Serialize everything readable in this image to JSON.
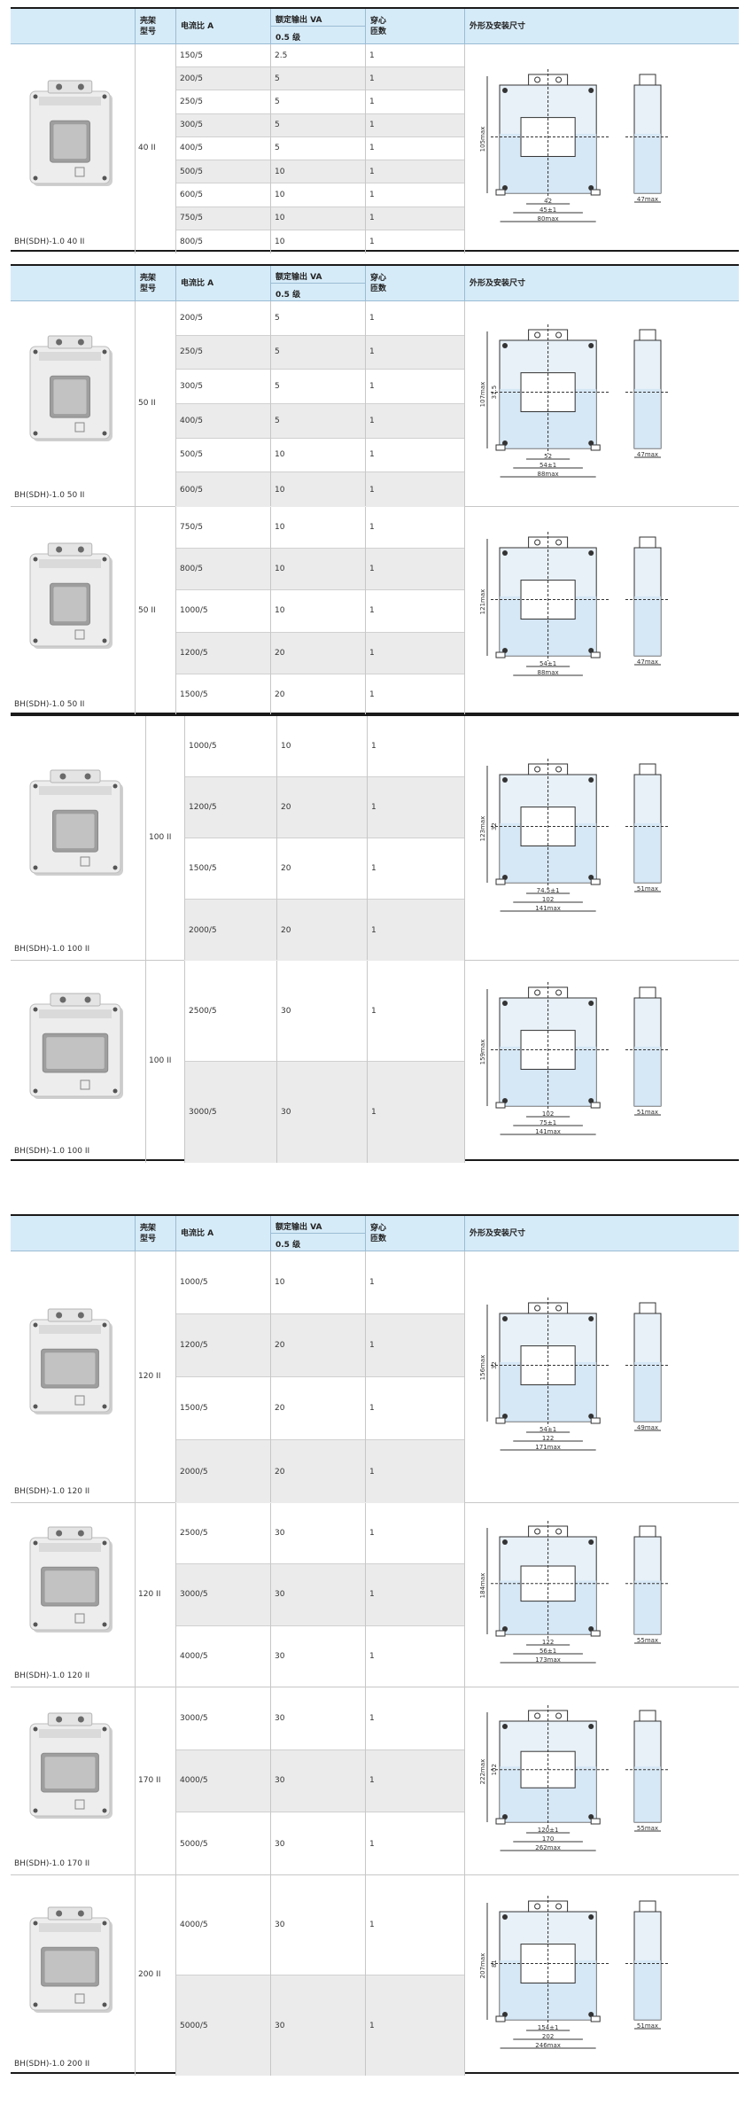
{
  "headers": {
    "frame": "壳架型号",
    "frame_l1": "壳架",
    "frame_l2": "型号",
    "ratio": "电流比 A",
    "output": "额定输出 VA",
    "class": "0.5 级",
    "turns": "穿心匝数",
    "turns_l1": "穿心",
    "turns_l2": "匝数",
    "dims": "外形及安装尺寸"
  },
  "blocks": [
    {
      "model": "BH(SDH)-1.0 40 II",
      "frame": "40 II",
      "rows": [
        {
          "ratio": "150/5",
          "va": "2.5",
          "turns": "1"
        },
        {
          "ratio": "200/5",
          "va": "5",
          "turns": "1"
        },
        {
          "ratio": "250/5",
          "va": "5",
          "turns": "1"
        },
        {
          "ratio": "300/5",
          "va": "5",
          "turns": "1"
        },
        {
          "ratio": "400/5",
          "va": "5",
          "turns": "1"
        },
        {
          "ratio": "500/5",
          "va": "10",
          "turns": "1"
        },
        {
          "ratio": "600/5",
          "va": "10",
          "turns": "1"
        },
        {
          "ratio": "750/5",
          "va": "10",
          "turns": "1"
        },
        {
          "ratio": "800/5",
          "va": "10",
          "turns": "1"
        }
      ],
      "dims": {
        "h": "105max",
        "a": "42",
        "b": "45±1",
        "w": "80max",
        "d": "47max",
        "c": ""
      }
    },
    {
      "model": "BH(SDH)-1.0 50 II",
      "frame": "50 II",
      "rows": [
        {
          "ratio": "200/5",
          "va": "5",
          "turns": "1"
        },
        {
          "ratio": "250/5",
          "va": "5",
          "turns": "1"
        },
        {
          "ratio": "300/5",
          "va": "5",
          "turns": "1"
        },
        {
          "ratio": "400/5",
          "va": "5",
          "turns": "1"
        },
        {
          "ratio": "500/5",
          "va": "10",
          "turns": "1"
        },
        {
          "ratio": "600/5",
          "va": "10",
          "turns": "1"
        }
      ],
      "dims": {
        "h": "107max",
        "a": "52",
        "b": "54±1",
        "w": "88max",
        "d": "47max",
        "c": "31.5"
      }
    },
    {
      "model": "BH(SDH)-1.0 50 II",
      "frame": "50 II",
      "rows": [
        {
          "ratio": "750/5",
          "va": "10",
          "turns": "1"
        },
        {
          "ratio": "800/5",
          "va": "10",
          "turns": "1"
        },
        {
          "ratio": "1000/5",
          "va": "10",
          "turns": "1"
        },
        {
          "ratio": "1200/5",
          "va": "20",
          "turns": "1"
        },
        {
          "ratio": "1500/5",
          "va": "20",
          "turns": "1"
        }
      ],
      "dims": {
        "h": "121max",
        "a": "",
        "b": "54±1",
        "w": "88max",
        "d": "47max",
        "c": ""
      }
    },
    {
      "model": "BH(SDH)-1.0 100 II",
      "frame": "100 II",
      "rows": [
        {
          "ratio": "1000/5",
          "va": "10",
          "turns": "1"
        },
        {
          "ratio": "1200/5",
          "va": "20",
          "turns": "1"
        },
        {
          "ratio": "1500/5",
          "va": "20",
          "turns": "1"
        },
        {
          "ratio": "2000/5",
          "va": "20",
          "turns": "1"
        }
      ],
      "dims": {
        "h": "123max",
        "a": "74.5±1",
        "b": "102",
        "w": "141max",
        "d": "51max",
        "c": "32"
      }
    },
    {
      "model": "BH(SDH)-1.0 100 II",
      "frame": "100 II",
      "rows": [
        {
          "ratio": "2500/5",
          "va": "30",
          "turns": "1"
        },
        {
          "ratio": "3000/5",
          "va": "30",
          "turns": "1"
        }
      ],
      "dims": {
        "h": "159max",
        "a": "102",
        "b": "75±1",
        "w": "141max",
        "d": "51max",
        "c": ""
      }
    },
    {
      "model": "BH(SDH)-1.0 120 II",
      "frame": "120 II",
      "rows": [
        {
          "ratio": "1000/5",
          "va": "10",
          "turns": "1"
        },
        {
          "ratio": "1200/5",
          "va": "20",
          "turns": "1"
        },
        {
          "ratio": "1500/5",
          "va": "20",
          "turns": "1"
        },
        {
          "ratio": "2000/5",
          "va": "20",
          "turns": "1"
        }
      ],
      "dims": {
        "h": "156max",
        "a": "54±1",
        "b": "122",
        "w": "171max",
        "d": "49max",
        "c": "32"
      }
    },
    {
      "model": "BH(SDH)-1.0 120 II",
      "frame": "120 II",
      "rows": [
        {
          "ratio": "2500/5",
          "va": "30",
          "turns": "1"
        },
        {
          "ratio": "3000/5",
          "va": "30",
          "turns": "1"
        },
        {
          "ratio": "4000/5",
          "va": "30",
          "turns": "1"
        }
      ],
      "dims": {
        "h": "184max",
        "a": "122",
        "b": "56±1",
        "w": "173max",
        "d": "55max",
        "c": ""
      }
    },
    {
      "model": "BH(SDH)-1.0 170 II",
      "frame": "170 II",
      "rows": [
        {
          "ratio": "3000/5",
          "va": "30",
          "turns": "1"
        },
        {
          "ratio": "4000/5",
          "va": "30",
          "turns": "1"
        },
        {
          "ratio": "5000/5",
          "va": "30",
          "turns": "1"
        }
      ],
      "dims": {
        "h": "222max",
        "a": "120±1",
        "b": "170",
        "w": "262max",
        "d": "55max",
        "c": "102"
      }
    },
    {
      "model": "BH(SDH)-1.0 200 II",
      "frame": "200 II",
      "rows": [
        {
          "ratio": "4000/5",
          "va": "30",
          "turns": "1"
        },
        {
          "ratio": "5000/5",
          "va": "30",
          "turns": "1"
        }
      ],
      "dims": {
        "h": "207max",
        "a": "154±1",
        "b": "202",
        "w": "246max",
        "d": "51max",
        "c": "81"
      }
    }
  ]
}
